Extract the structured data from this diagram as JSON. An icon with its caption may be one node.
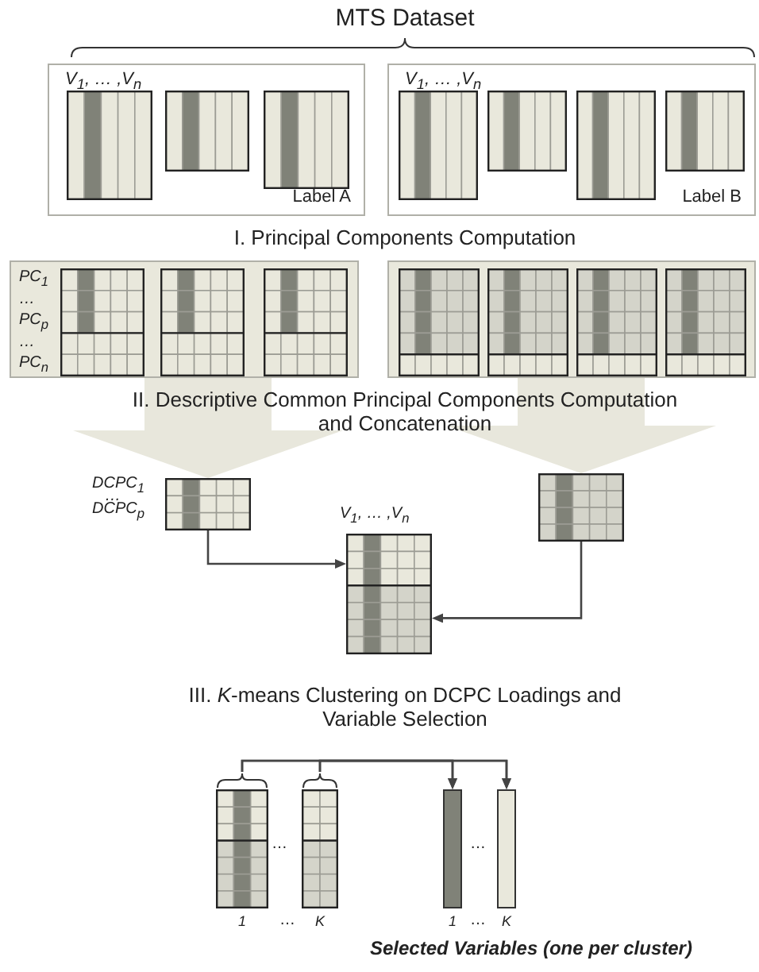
{
  "diagram": {
    "nodes": [
      {
        "text": [
          "V$_{1}$, … ,V$_{n}$",
          "Label A"
        ]
      },
      {
        "text": [
          "V$_{1}$, … ,V$_{n}$",
          "Label B"
        ]
      },
      {
        "text": [
          "PC$_{1}$",
          "…",
          "PC$_{p}$",
          "…",
          "PC$_{n}$"
        ]
      },
      {
        "text": [],
        "shape": "box"
      },
      {
        "text": [],
        "shape": "box",
        "beside": [
          "DCPC$_{1}$",
          "…",
          "DCPC$_{p}$"
        ]
      },
      {
        "text": [],
        "shape": "box",
        "beside": [
          "V$_{1}$, … ,V$_{n}$"
        ]
      },
      {
        "text": [],
        "shape": "box"
      },
      {
        "text": [],
        "shape": "box",
        "beside": [
          "1"
        ]
      },
      {
        "text": [],
        "shape": "box",
        "beside": [
          "K"
        ]
      },
      {
        "text": [],
        "shape": "bar",
        "beside": [
          "1"
        ]
      },
      {
        "text": [],
        "shape": "bar",
        "beside": [
          "K"
        ]
      }
    ],
    "edges": [
      {
        "from": 2,
        "to": 4,
        "arrow": "to",
        "style": "thick",
        "color": "#e8e7dc"
      },
      {
        "from": 3,
        "to": 6,
        "arrow": "to",
        "style": "thick",
        "color": "#e8e7dc"
      },
      {
        "from": 4,
        "to": 5,
        "arrow": "to"
      },
      {
        "from": 6,
        "to": 5,
        "arrow": "to"
      },
      {
        "from": 7,
        "to": 9,
        "arrow": "to"
      },
      {
        "from": 7,
        "to": 10,
        "arrow": "to"
      },
      {
        "from": 8,
        "to": 9,
        "arrow": "to"
      },
      {
        "from": 8,
        "to": 10,
        "arrow": "to"
      }
    ],
    "labels": [
      "MTS Dataset",
      "I. Principal Components Computation",
      "II. Descriptive Common Principal Components Computation and Concatenation",
      "III. *K*-means Clustering on DCPC Loadings and Variable Selection",
      "…",
      "…",
      "…",
      "…",
      "Selected Variables (one per cluster)"
    ]
  }
}
